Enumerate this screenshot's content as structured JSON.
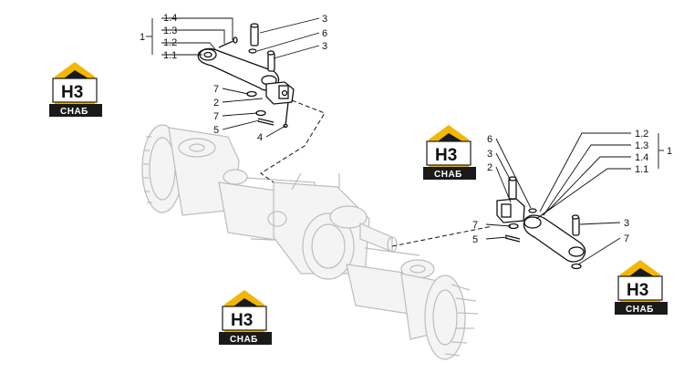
{
  "diagram": {
    "callouts_left": {
      "c_1_4": "1.4",
      "c_1_3": "1.3",
      "c_1": "1",
      "c_1_2": "1.2",
      "c_1_1": "1.1",
      "c_3a": "3",
      "c_6": "6",
      "c_3b": "3",
      "c_7a": "7",
      "c_2": "2",
      "c_7b": "7",
      "c_5": "5",
      "c_4": "4"
    },
    "callouts_right": {
      "c_6": "6",
      "c_3": "3",
      "c_2": "2",
      "c_1_2": "1.2",
      "c_1_3": "1.3",
      "c_1": "1",
      "c_1_4": "1.4",
      "c_1_1": "1.1",
      "c_7a": "7",
      "c_5": "5",
      "c_3b": "3",
      "c_7b": "7"
    }
  },
  "watermark": {
    "letters": "H3",
    "caption": "СНАБ",
    "colors": {
      "roof": "#f2b705",
      "dark": "#1a1a1a",
      "light": "#ffffff"
    }
  }
}
